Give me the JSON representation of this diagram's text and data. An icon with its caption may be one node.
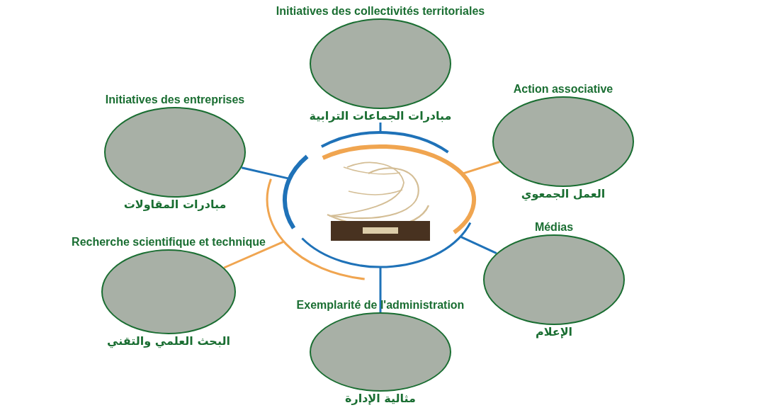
{
  "diagram": {
    "nodes": [
      {
        "text": [],
        "shape": "picture"
      },
      {
        "text": [
          "Initiatives des collectivités territoriales",
          "مبادرات الجماعات الترابية"
        ]
      },
      {
        "text": [
          "Initiatives des entreprises",
          "مبادرات المقاولات"
        ]
      },
      {
        "text": [
          "Action associative",
          "العمل الجمعوي"
        ]
      },
      {
        "text": [
          "Recherche scientifique et technique",
          "البحث العلمي والتقني"
        ]
      },
      {
        "text": [
          "Médias",
          "الإعلام"
        ]
      },
      {
        "text": [
          "Exemplarité de l'administration",
          "مثالية الإدارة"
        ]
      }
    ],
    "edges": [
      {
        "from": 0,
        "to": 1,
        "arrow": "none"
      },
      {
        "from": 0,
        "to": 2,
        "arrow": "none"
      },
      {
        "from": 0,
        "to": 3,
        "arrow": "none",
        "color": "#f0a550"
      },
      {
        "from": 0,
        "to": 4,
        "arrow": "none",
        "color": "#f0a550"
      },
      {
        "from": 0,
        "to": 5,
        "arrow": "none"
      },
      {
        "from": 0,
        "to": 6,
        "arrow": "none"
      }
    ]
  }
}
